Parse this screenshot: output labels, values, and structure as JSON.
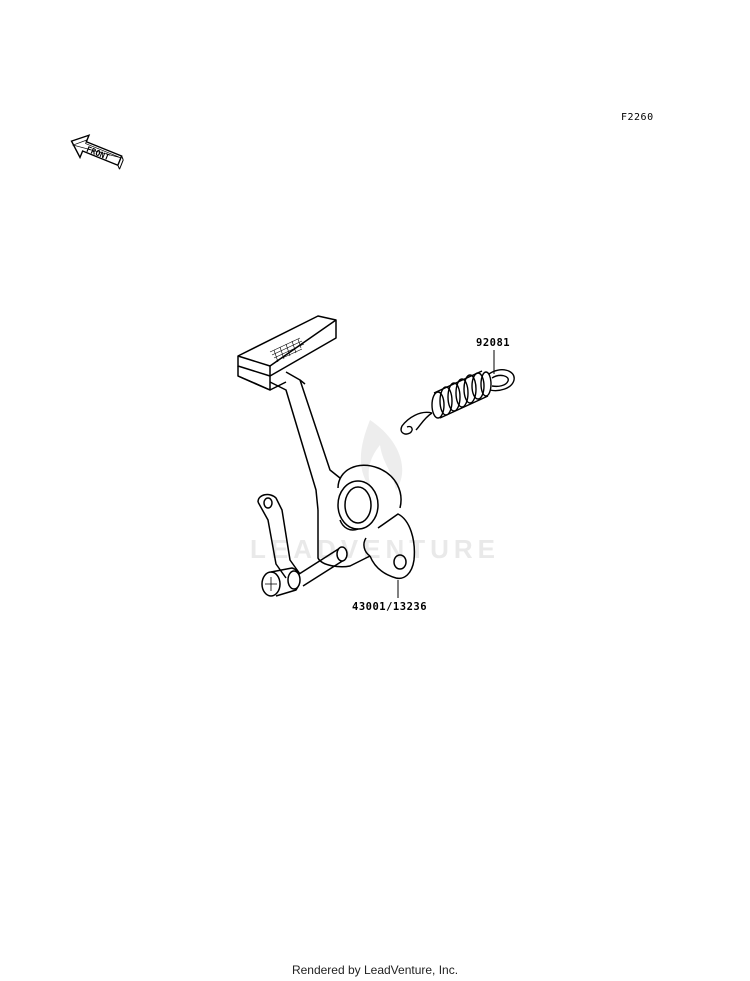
{
  "figure": {
    "code": "F2260",
    "front_marker": "FRONT",
    "watermark": "LEADVENTURE",
    "footer": "Rendered by LeadVenture, Inc."
  },
  "parts": [
    {
      "number": "92081",
      "name": "spring"
    },
    {
      "number": "43001/13236",
      "name": "brake-pedal"
    }
  ]
}
